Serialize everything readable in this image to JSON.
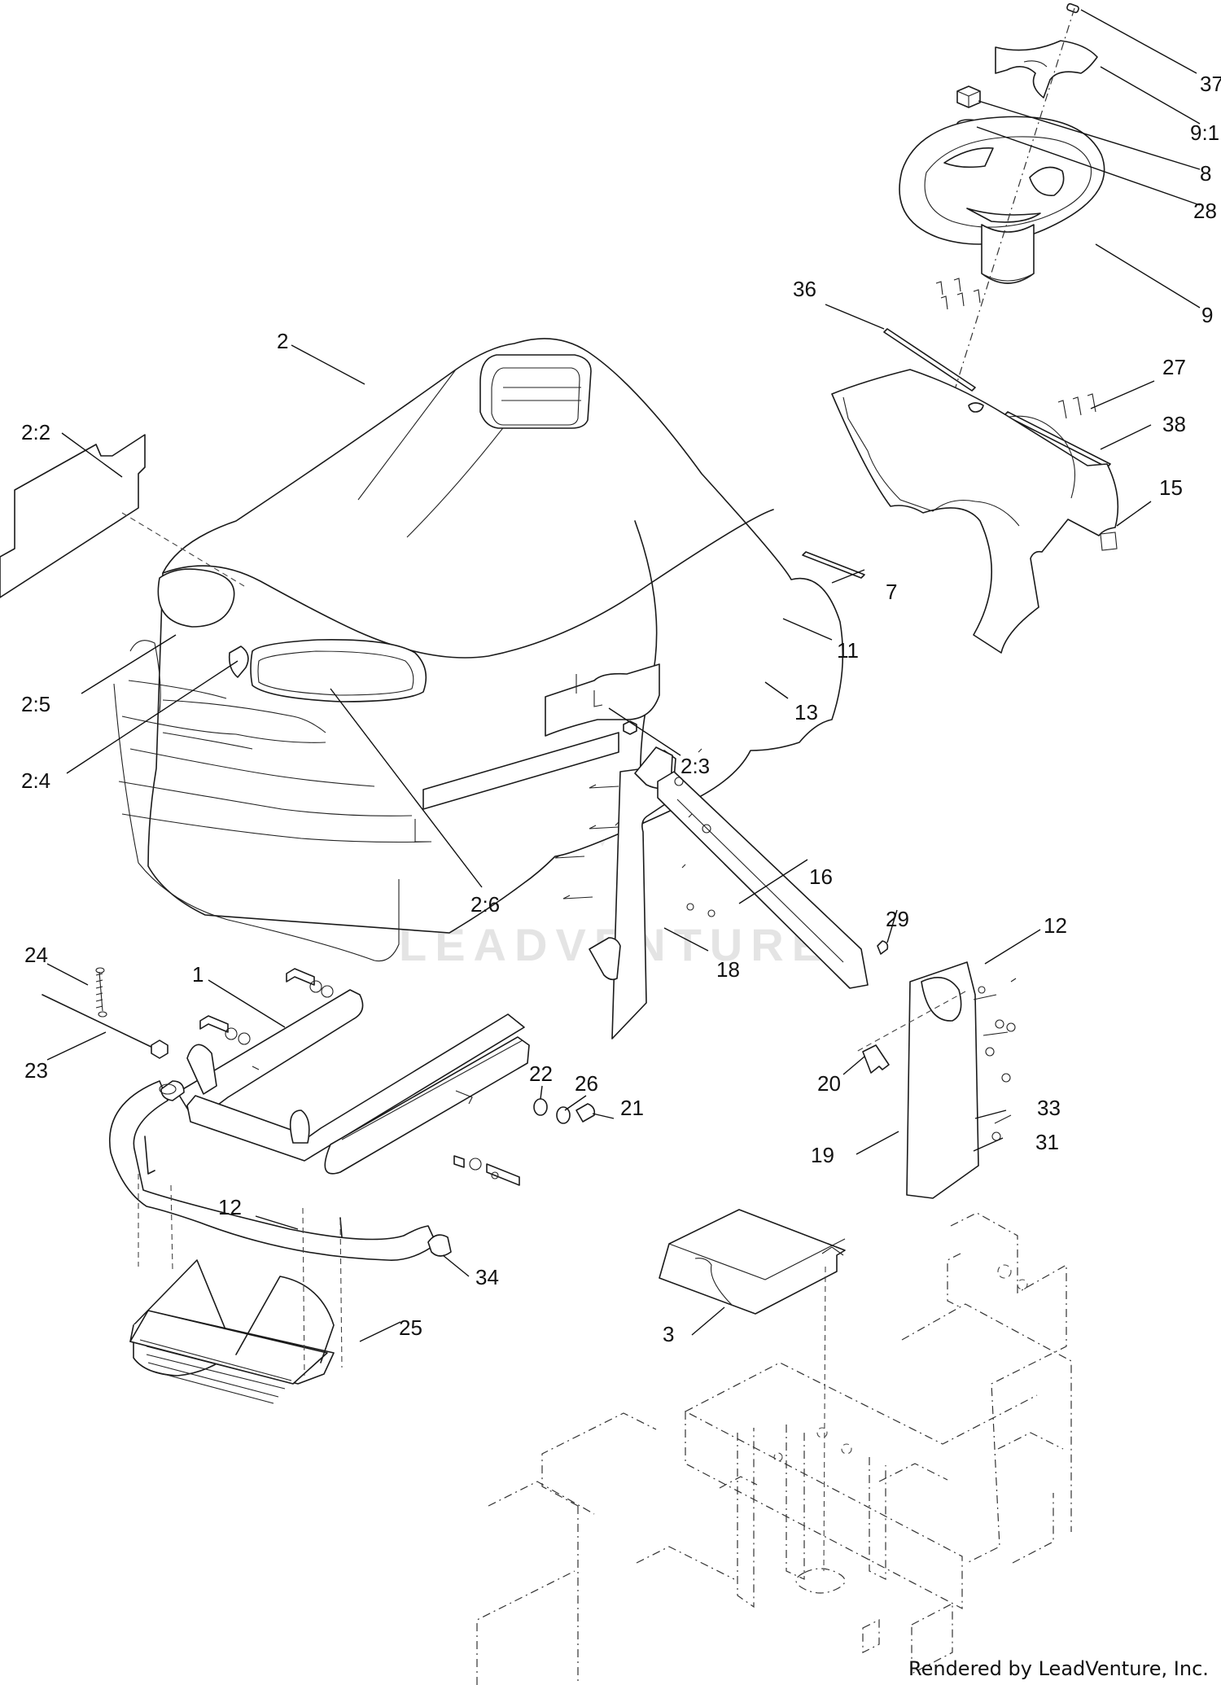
{
  "diagram": {
    "watermark": "LEADVENTURE",
    "credit": "Rendered by LeadVenture, Inc.",
    "callouts": [
      {
        "id": "37",
        "label": "37"
      },
      {
        "id": "9-1",
        "label": "9:1"
      },
      {
        "id": "8",
        "label": "8"
      },
      {
        "id": "28",
        "label": "28"
      },
      {
        "id": "9",
        "label": "9"
      },
      {
        "id": "36",
        "label": "36"
      },
      {
        "id": "27",
        "label": "27"
      },
      {
        "id": "38",
        "label": "38"
      },
      {
        "id": "15",
        "label": "15"
      },
      {
        "id": "2",
        "label": "2"
      },
      {
        "id": "2-2",
        "label": "2:2"
      },
      {
        "id": "7",
        "label": "7"
      },
      {
        "id": "11",
        "label": "11"
      },
      {
        "id": "13",
        "label": "13"
      },
      {
        "id": "2-5",
        "label": "2:5"
      },
      {
        "id": "2-4",
        "label": "2:4"
      },
      {
        "id": "2-3",
        "label": "2:3"
      },
      {
        "id": "2-6",
        "label": "2:6"
      },
      {
        "id": "16",
        "label": "16"
      },
      {
        "id": "29",
        "label": "29"
      },
      {
        "id": "12-top",
        "label": "12"
      },
      {
        "id": "18",
        "label": "18"
      },
      {
        "id": "24",
        "label": "24"
      },
      {
        "id": "1",
        "label": "1"
      },
      {
        "id": "23",
        "label": "23"
      },
      {
        "id": "22",
        "label": "22"
      },
      {
        "id": "26",
        "label": "26"
      },
      {
        "id": "21",
        "label": "21"
      },
      {
        "id": "20",
        "label": "20"
      },
      {
        "id": "33",
        "label": "33"
      },
      {
        "id": "31",
        "label": "31"
      },
      {
        "id": "19",
        "label": "19"
      },
      {
        "id": "12-bottom",
        "label": "12"
      },
      {
        "id": "34",
        "label": "34"
      },
      {
        "id": "25",
        "label": "25"
      },
      {
        "id": "3",
        "label": "3"
      }
    ]
  }
}
